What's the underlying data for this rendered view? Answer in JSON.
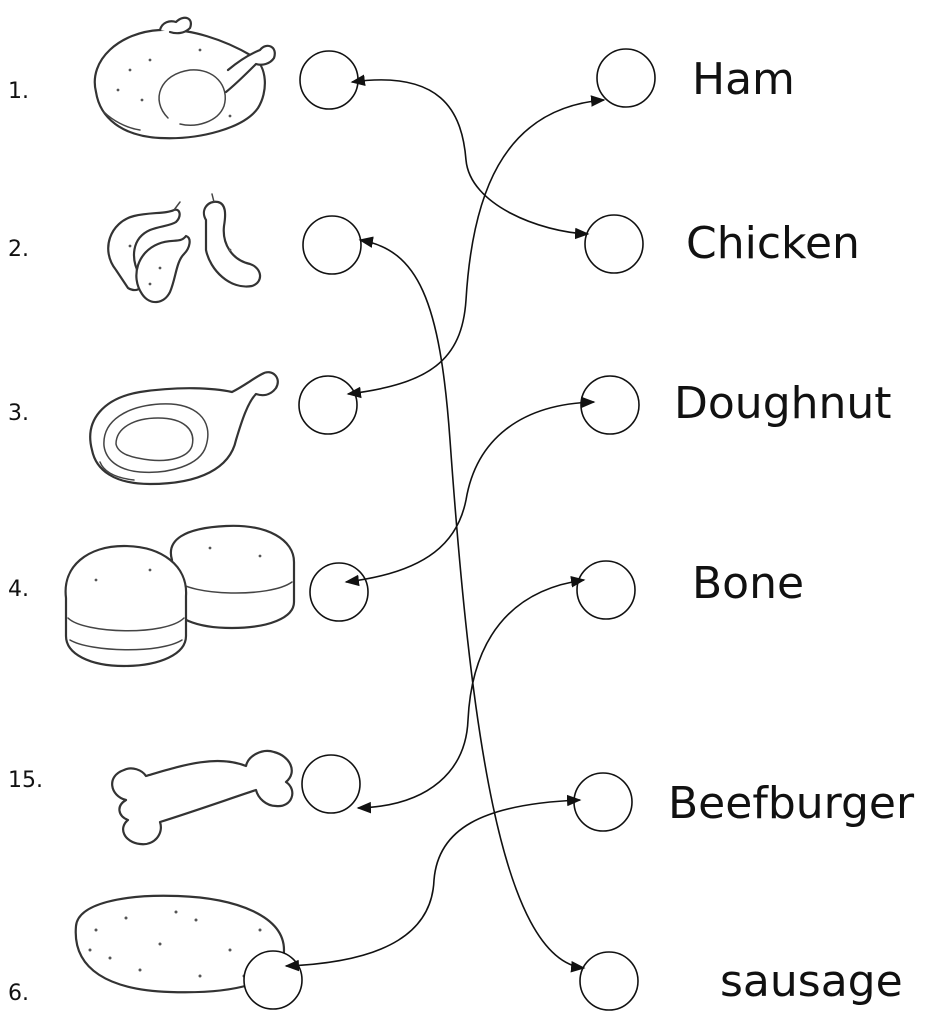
{
  "items": [
    {
      "number": "1.",
      "icon": "chicken-icon"
    },
    {
      "number": "2.",
      "icon": "sausage-icon"
    },
    {
      "number": "3.",
      "icon": "ham-icon"
    },
    {
      "number": "4.",
      "icon": "doughnut-icon"
    },
    {
      "number": "15.",
      "icon": "bone-icon"
    },
    {
      "number": "6.",
      "icon": "beefburger-icon"
    }
  ],
  "words": [
    "Ham",
    "Chicken",
    "Doughnut",
    "Bone",
    "Beefburger",
    "sausage"
  ],
  "matches": [
    {
      "item": 1,
      "word": "Chicken"
    },
    {
      "item": 2,
      "word": "sausage"
    },
    {
      "item": 3,
      "word": "Ham"
    },
    {
      "item": 4,
      "word": "Doughnut"
    },
    {
      "item": 15,
      "word": "Bone"
    },
    {
      "item": 6,
      "word": "Beefburger"
    }
  ]
}
